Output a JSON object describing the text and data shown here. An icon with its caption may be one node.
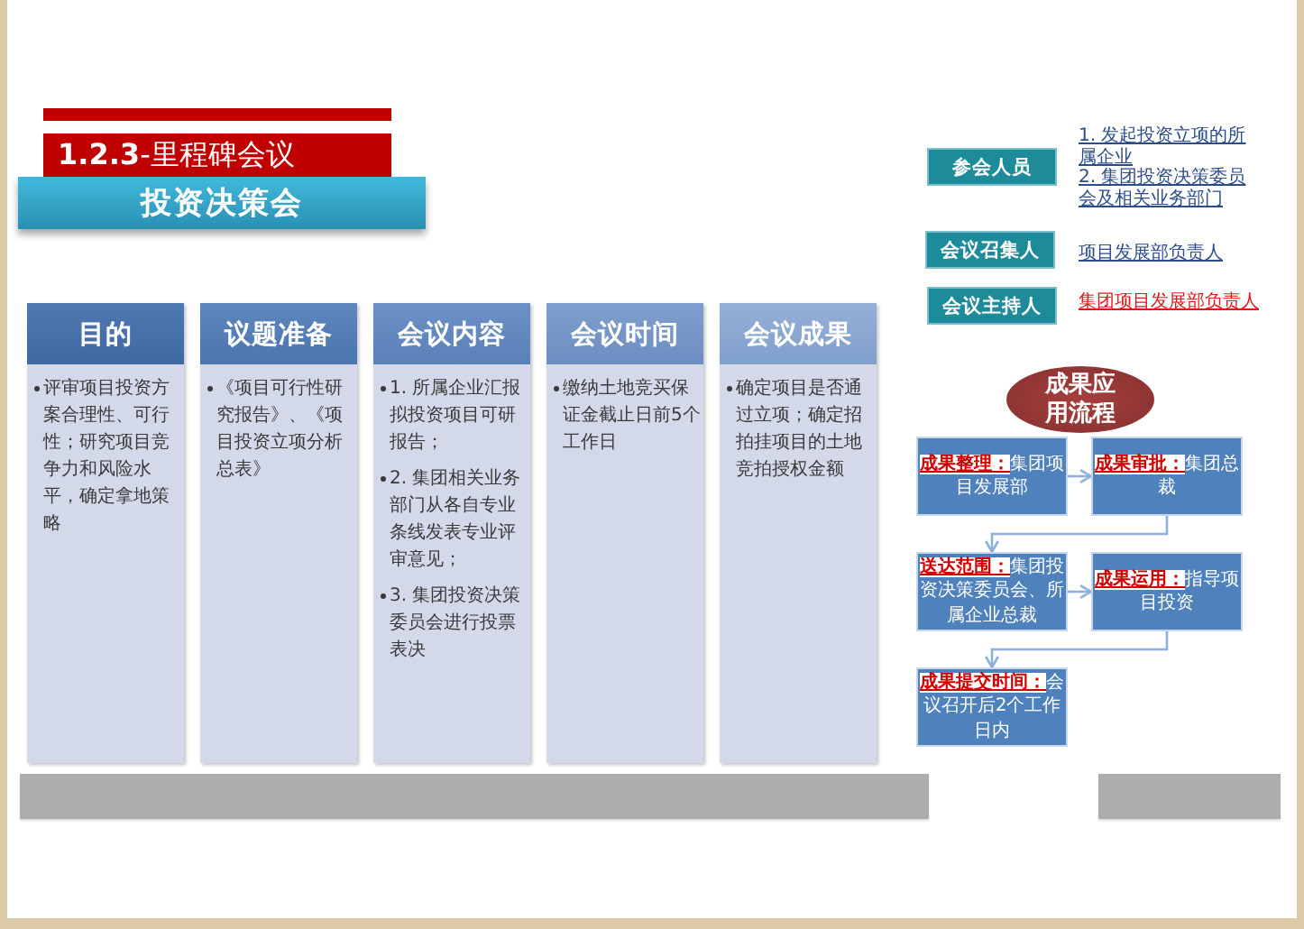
{
  "diagram": {
    "nodes": [
      {
        "text": [
          "**1.2.3**-里程碑会议"
        ]
      },
      {
        "text": [
          "投资决策会"
        ]
      },
      {
        "text": [
          "参会人员"
        ],
        "beside": [
          "1. 发起投资立项的所属企业",
          "2. 集团投资决策委员会及相关业务部门"
        ]
      },
      {
        "text": [
          "会议召集人"
        ],
        "beside": [
          "项目发展部负责人"
        ]
      },
      {
        "text": [
          "会议主持人"
        ],
        "beside": [
          "集团项目发展部负责人"
        ]
      },
      {
        "text": [
          "目的",
          "评审项目投资方案合理性、可行性；研究项目竞争力和风险水平，确定拿地策略"
        ]
      },
      {
        "text": [
          "议题准备",
          "《项目可行性研究报告》、《项目投资立项分析总表》"
        ]
      },
      {
        "text": [
          "会议内容",
          "1. 所属企业汇报拟投资项目可研报告；",
          "2. 集团相关业务部门从各自专业条线发表专业评审意见；",
          "3. 集团投资决策委员会进行投票表决"
        ]
      },
      {
        "text": [
          "会议时间",
          "缴纳土地竞买保证金截止日前5个工作日"
        ]
      },
      {
        "text": [
          "会议成果",
          "确定项目是否通过立项；确定招拍挂项目的土地竞拍授权金额"
        ]
      },
      {
        "text": [
          "成果应用流程"
        ]
      },
      {
        "text": [
          "**成果整理：**集团项目发展部"
        ]
      },
      {
        "text": [
          "**成果审批：**集团总裁"
        ]
      },
      {
        "text": [
          "**送达范围：**集团投资决策委员会、所属企业总裁"
        ]
      },
      {
        "text": [
          "**成果运用：**指导项目投资"
        ]
      },
      {
        "text": [
          "**成果提交时间：**会议召开后2个工作日内"
        ]
      }
    ],
    "edges": [
      {
        "from": 11,
        "to": 12,
        "arrow": "to"
      },
      {
        "from": 12,
        "to": 13,
        "arrow": "to"
      },
      {
        "from": 13,
        "to": 14,
        "arrow": "to"
      },
      {
        "from": 14,
        "to": 15,
        "arrow": "to"
      }
    ]
  }
}
